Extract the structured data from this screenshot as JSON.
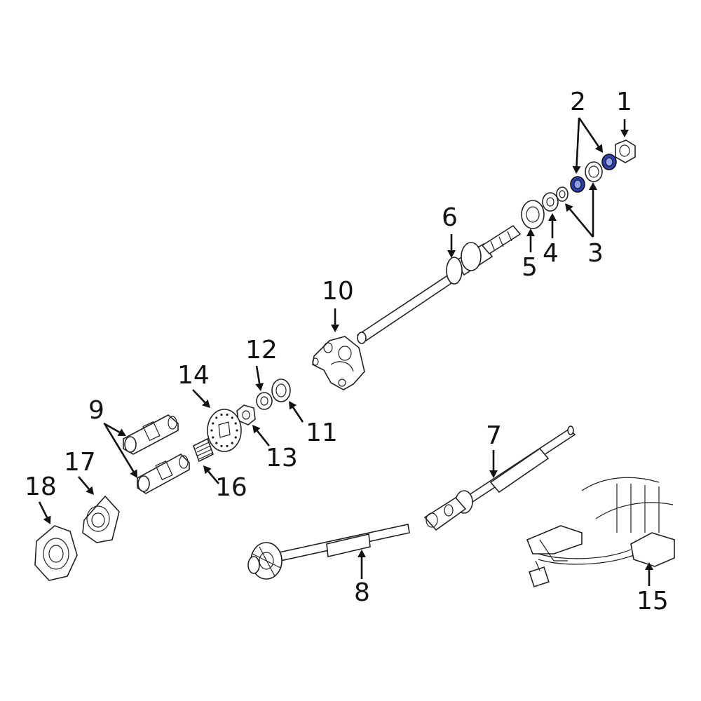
{
  "diagram": {
    "callouts": [
      {
        "id": "1",
        "label": "1"
      },
      {
        "id": "2",
        "label": "2"
      },
      {
        "id": "3",
        "label": "3"
      },
      {
        "id": "4",
        "label": "4"
      },
      {
        "id": "5",
        "label": "5"
      },
      {
        "id": "6",
        "label": "6"
      },
      {
        "id": "7",
        "label": "7"
      },
      {
        "id": "8",
        "label": "8"
      },
      {
        "id": "9",
        "label": "9"
      },
      {
        "id": "10",
        "label": "10"
      },
      {
        "id": "11",
        "label": "11"
      },
      {
        "id": "12",
        "label": "12"
      },
      {
        "id": "13",
        "label": "13"
      },
      {
        "id": "14",
        "label": "14"
      },
      {
        "id": "15",
        "label": "15"
      },
      {
        "id": "16",
        "label": "16"
      },
      {
        "id": "17",
        "label": "17"
      },
      {
        "id": "18",
        "label": "18"
      }
    ],
    "highlighted_part": "2",
    "colors": {
      "highlight": "#2b3fb0",
      "line": "#222222",
      "background": "#ffffff"
    }
  }
}
